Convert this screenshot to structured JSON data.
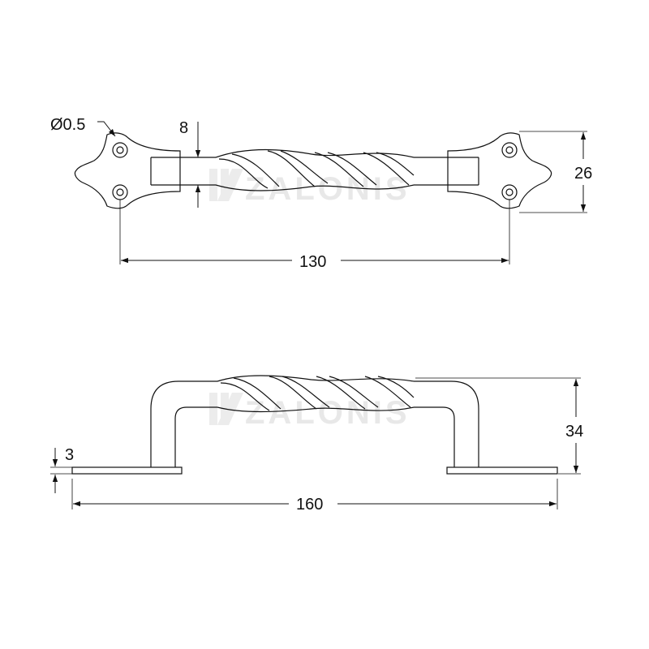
{
  "watermark": {
    "brand": "ZALONIS"
  },
  "top_view": {
    "hole_diameter_label": "Ø0.5",
    "bar_thickness_label": "8",
    "plate_height_label": "26",
    "hole_spacing_label": "130"
  },
  "side_view": {
    "plate_thickness_label": "3",
    "overall_height_label": "34",
    "overall_length_label": "160"
  },
  "colors": {
    "line": "#111111",
    "watermark": "#e8e8e8"
  }
}
